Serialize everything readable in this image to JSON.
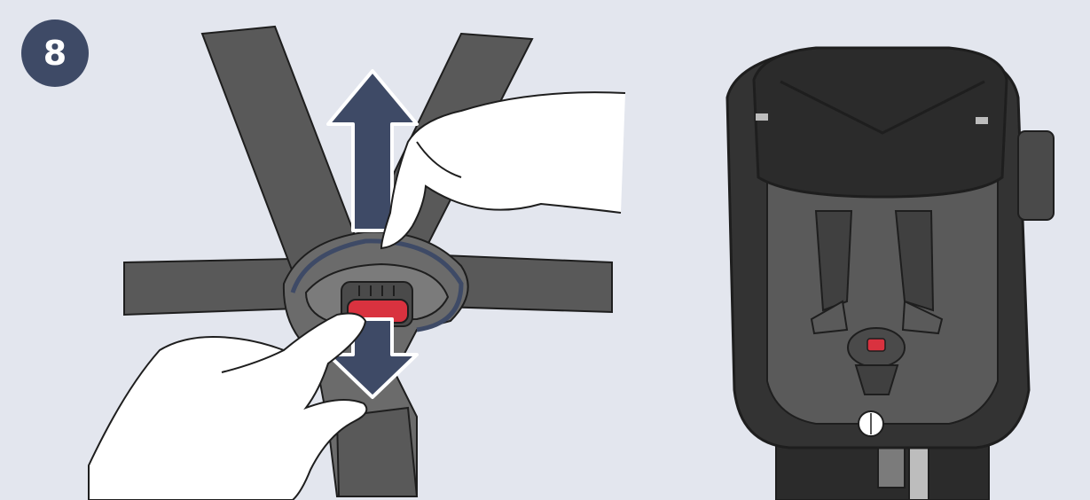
{
  "step": {
    "number": "8"
  },
  "illustration": {
    "left_panel": {
      "subject": "harness-buckle-adjustment",
      "icons": [
        "up-arrow-icon",
        "down-arrow-icon",
        "pointing-hand-icon",
        "pulling-hand-icon"
      ]
    },
    "right_panel": {
      "subject": "car-seat-front-view"
    }
  },
  "colors": {
    "background": "#e3e6ee",
    "badge": "#3e4a66",
    "arrow": "#3e4a66",
    "strap": "#595959",
    "buckle": "#6b6b6b",
    "button_red": "#d9323f",
    "seat_dark": "#2b2b2b",
    "outline": "#1e1e1e"
  }
}
